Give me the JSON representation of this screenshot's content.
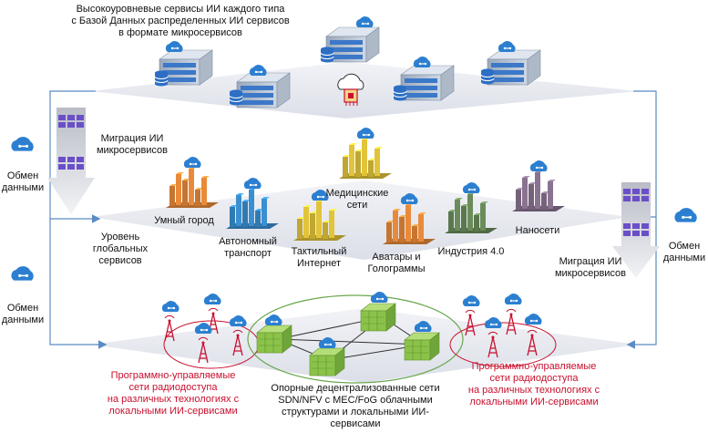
{
  "top": {
    "title_lines": [
      "Высокоуровневые сервисы ИИ каждого типа",
      "с Базой Данных распределенных ИИ сервисов",
      "в формате микросервисов"
    ]
  },
  "migration_left": [
    "Миграция ИИ",
    "микросервисов"
  ],
  "migration_right": [
    "Миграция ИИ",
    "микросервисов"
  ],
  "exchange_labels": [
    [
      "Обмен",
      "данными"
    ],
    [
      "Обмен",
      "данными"
    ],
    [
      "Обмен",
      "данными"
    ]
  ],
  "global_level": [
    "Уровень",
    "глобальных",
    "сервисов"
  ],
  "services": [
    {
      "key": "smart-city",
      "lines": [
        "Умный город"
      ],
      "color": "#e98a3a"
    },
    {
      "key": "autonomous-transport",
      "lines": [
        "Автономный",
        "транспорт"
      ],
      "color": "#3a8fd0"
    },
    {
      "key": "tactile-internet",
      "lines": [
        "Тактильный",
        "Интернет"
      ],
      "color": "#e2c43a"
    },
    {
      "key": "medical-networks",
      "lines": [
        "Медицинские",
        "сети"
      ],
      "color": "#e2c43a"
    },
    {
      "key": "avatars-holograms",
      "lines": [
        "Аватары и",
        "Голограммы"
      ],
      "color": "#e98a3a"
    },
    {
      "key": "industry-4",
      "lines": [
        "Индустрия 4.0"
      ],
      "color": "#6b8c5a"
    },
    {
      "key": "nanonetworks",
      "lines": [
        "Наносети"
      ],
      "color": "#8a7390"
    }
  ],
  "bottom": {
    "left_ran": [
      "Программно-управляемые",
      "сети радиодоступа",
      "на различных технологиях с",
      "локальными ИИ-сервисами"
    ],
    "right_ran": [
      "Программно-управляемые",
      "сети радиодоступа",
      "на различных технологиях с",
      "локальными ИИ-сервисами"
    ],
    "core": [
      "Опорные децентрализованные сети",
      "SDN/NFV  с  MEC/FoG облачными",
      "структурами и локальными ИИ-",
      "сервисами"
    ]
  },
  "colors": {
    "accent_red": "#c8102e",
    "plane": "#e4e6ee",
    "server_blue": "#4a90d9",
    "green_box": "#8bc34a",
    "cloud_blue": "#2c7fd0"
  }
}
